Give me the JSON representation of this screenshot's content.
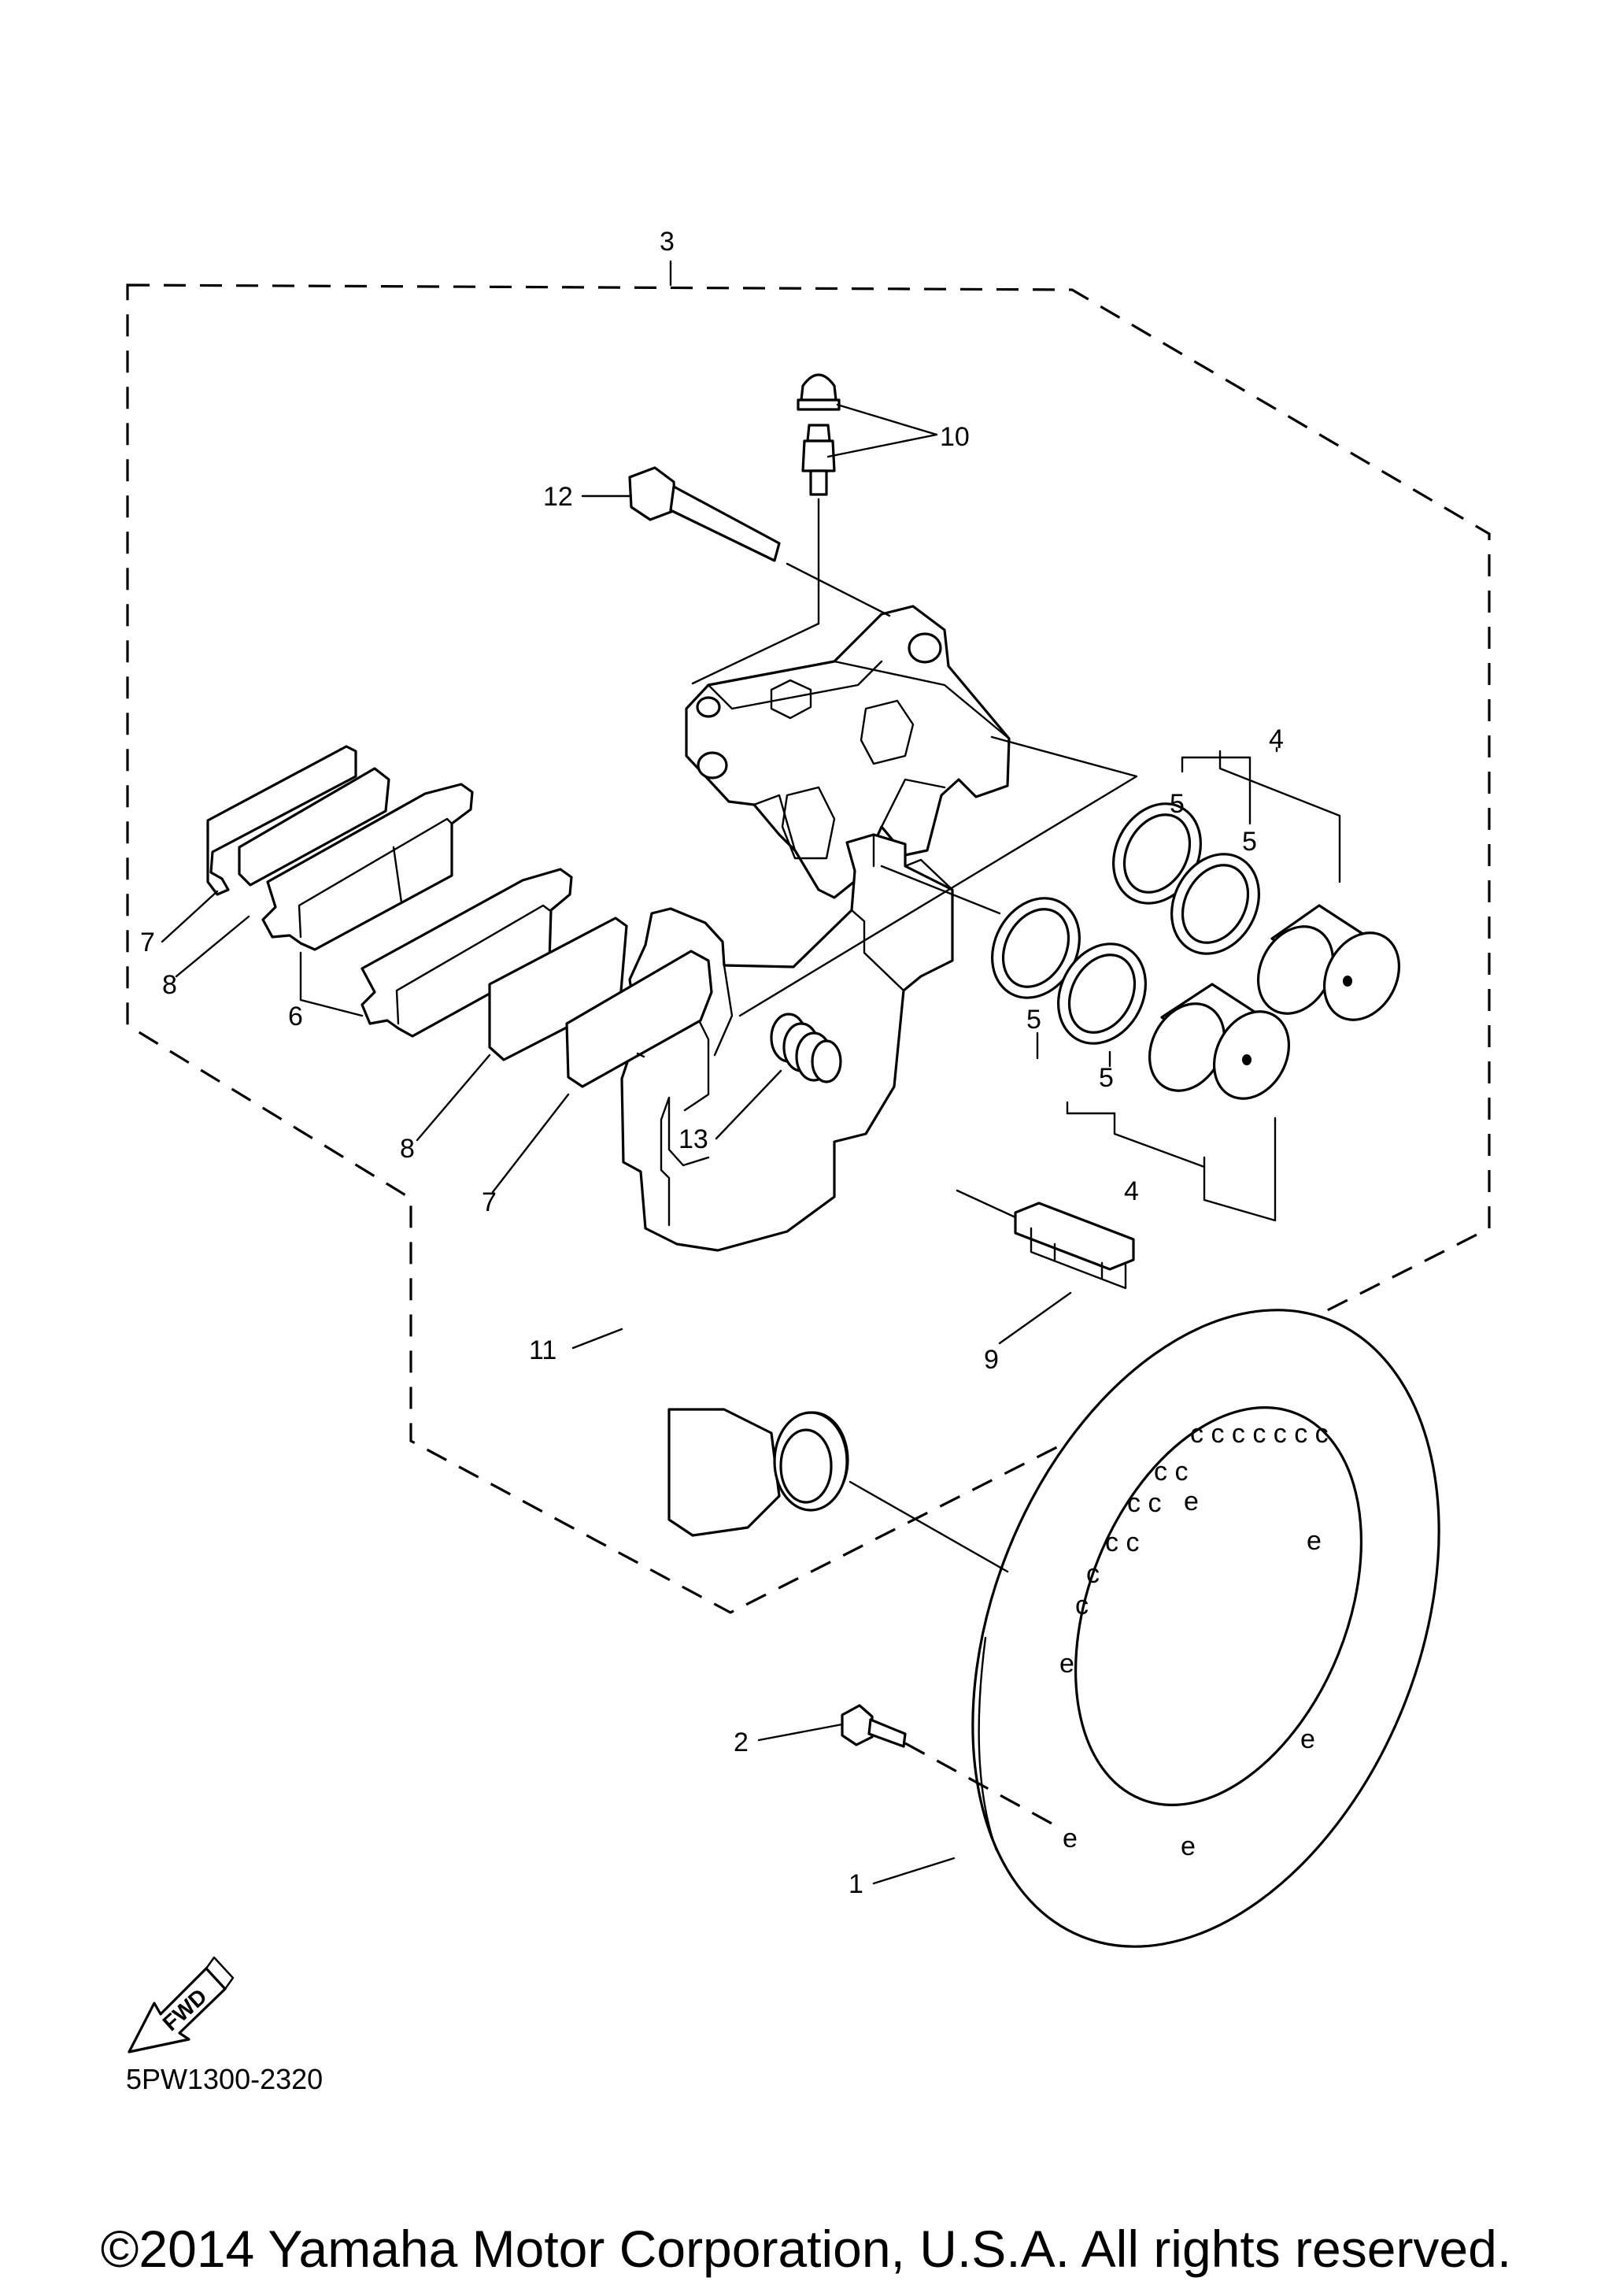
{
  "callouts": {
    "c1": "1",
    "c2": "2",
    "c3": "3",
    "c4a": "4",
    "c4b": "4",
    "c5a": "5",
    "c5b": "5",
    "c5c": "5",
    "c5d": "5",
    "c6": "6",
    "c7a": "7",
    "c7b": "7",
    "c8a": "8",
    "c8b": "8",
    "c9": "9",
    "c10": "10",
    "c11": "11",
    "c12": "12",
    "c13": "13"
  },
  "fwd_label": "FWD",
  "drawing_number": "5PW1300-2320",
  "copyright": "©2014 Yamaha Motor Corporation, U.S.A. All rights reserved."
}
